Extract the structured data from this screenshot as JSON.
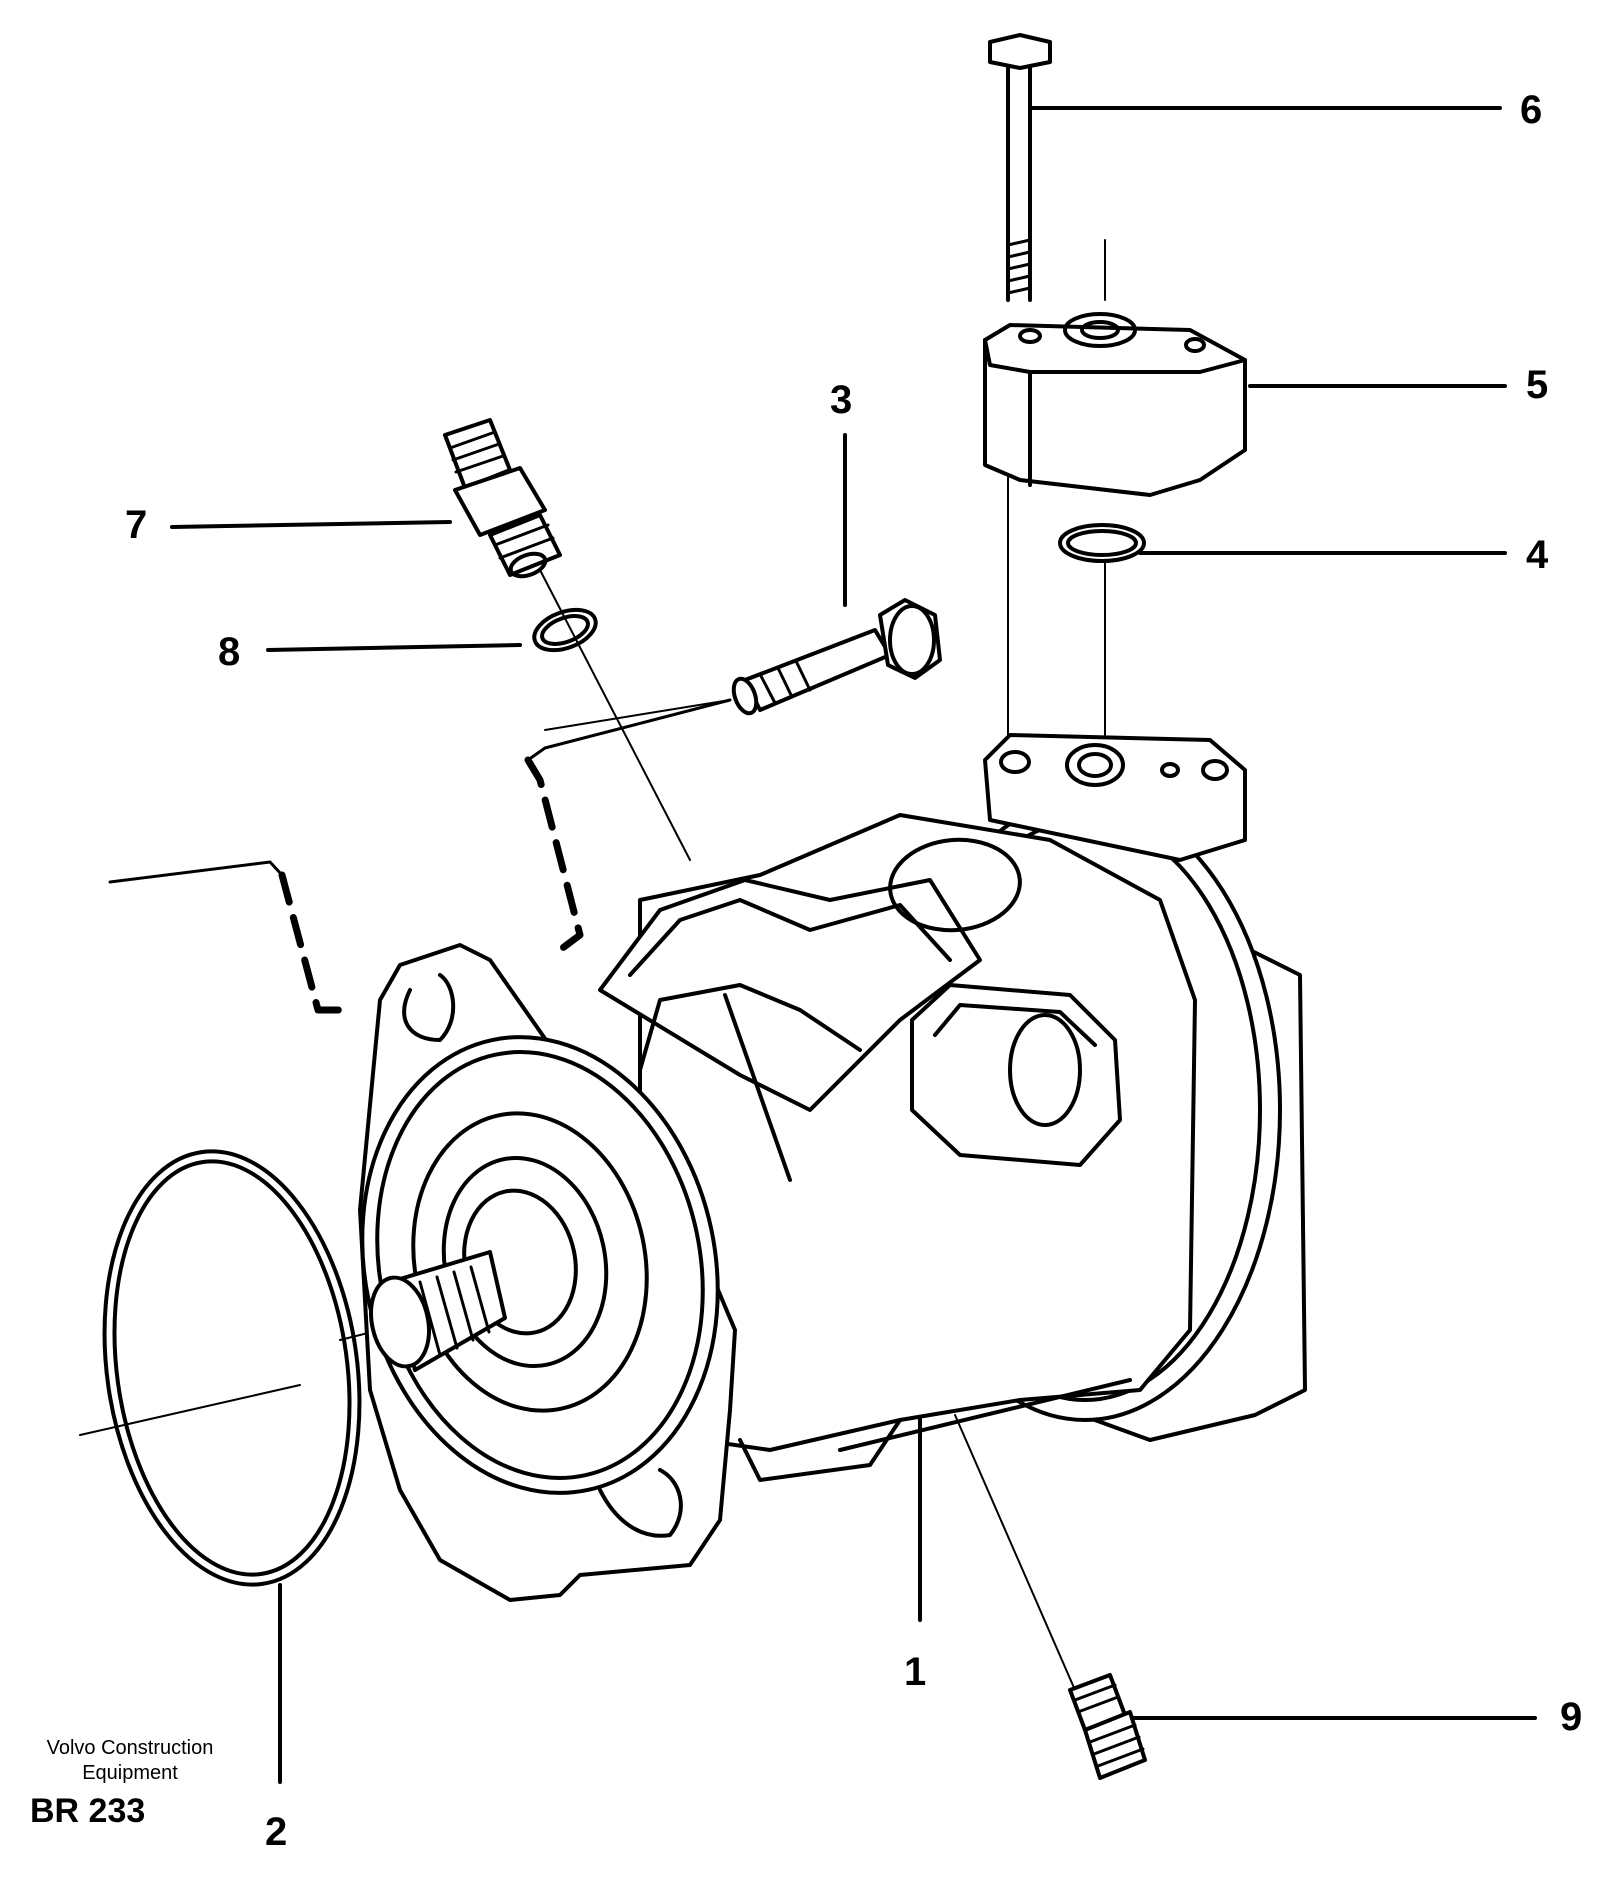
{
  "publisher": {
    "line1": "Volvo Construction",
    "line2": "Equipment"
  },
  "drawing_code": "BR 233",
  "callouts": [
    {
      "id": "1",
      "label": "1"
    },
    {
      "id": "2",
      "label": "2"
    },
    {
      "id": "3",
      "label": "3"
    },
    {
      "id": "4",
      "label": "4"
    },
    {
      "id": "5",
      "label": "5"
    },
    {
      "id": "6",
      "label": "6"
    },
    {
      "id": "7",
      "label": "7"
    },
    {
      "id": "8",
      "label": "8"
    },
    {
      "id": "9",
      "label": "9"
    }
  ],
  "colors": {
    "ink": "#000000",
    "paper": "#ffffff"
  }
}
